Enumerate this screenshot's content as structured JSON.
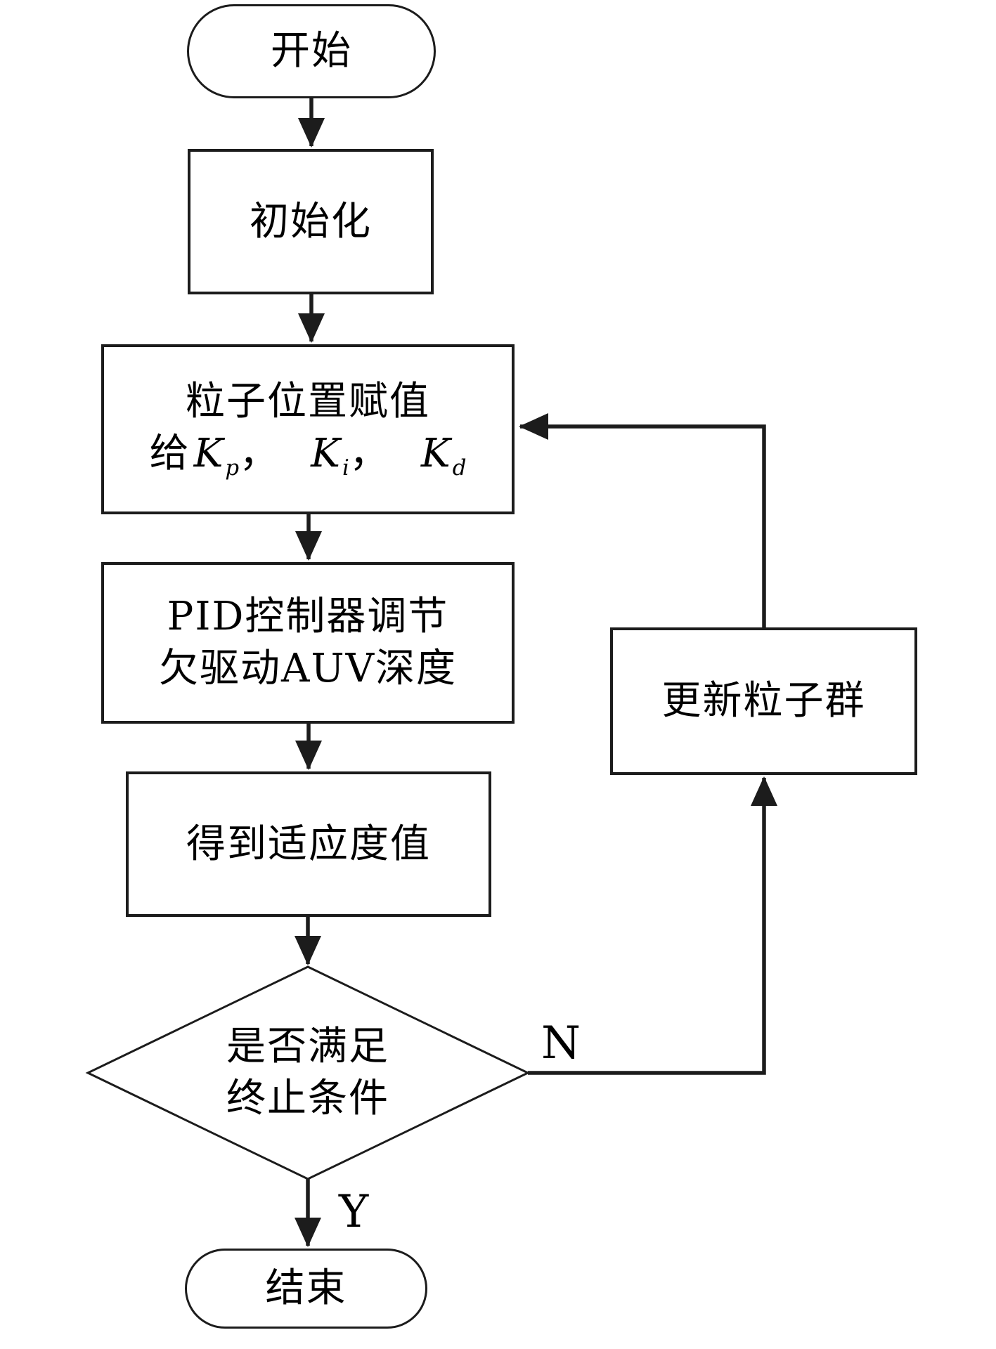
{
  "colors": {
    "background": "#ffffff",
    "stroke": "#1c1c1c",
    "text": "#000000"
  },
  "nodes": {
    "start": {
      "label": "开始"
    },
    "init": {
      "label": "初始化"
    },
    "assign": {
      "line1": "粒子位置赋值",
      "prefix": "给",
      "terms": [
        {
          "base": "K",
          "sub": "p",
          "sep": "，"
        },
        {
          "base": "K",
          "sub": "i",
          "sep": "，"
        },
        {
          "base": "K",
          "sub": "d",
          "sep": ""
        }
      ]
    },
    "pid": {
      "line1": "PID控制器调节",
      "line2": "欠驱动AUV深度"
    },
    "fitness": {
      "label": "得到适应度值"
    },
    "decision": {
      "line1": "是否满足",
      "line2": "终止条件"
    },
    "update": {
      "label": "更新粒子群"
    },
    "end": {
      "label": "结束"
    }
  },
  "edges": {
    "yes_label": "Y",
    "no_label": "N"
  }
}
